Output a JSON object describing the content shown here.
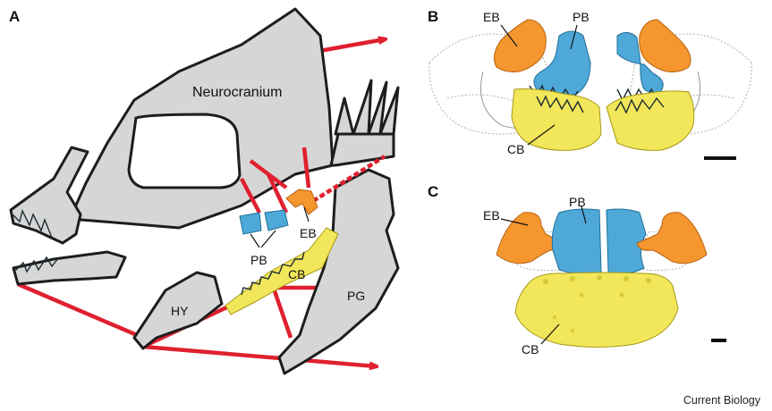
{
  "panels": {
    "a": {
      "letter": "A"
    },
    "b": {
      "letter": "B"
    },
    "c": {
      "letter": "C"
    }
  },
  "labels": {
    "neurocranium": "Neurocranium",
    "eb": "EB",
    "pb": "PB",
    "cb": "CB",
    "hy": "HY",
    "pg": "PG"
  },
  "credit": "Current Biology",
  "colors": {
    "bone": "#d6d6d6",
    "muscle_lines": "#e0202e",
    "epibranchial": "#f5962e",
    "pharyngobranchial": "#4fa9d8",
    "ceratobranchial": "#f2e65a"
  }
}
